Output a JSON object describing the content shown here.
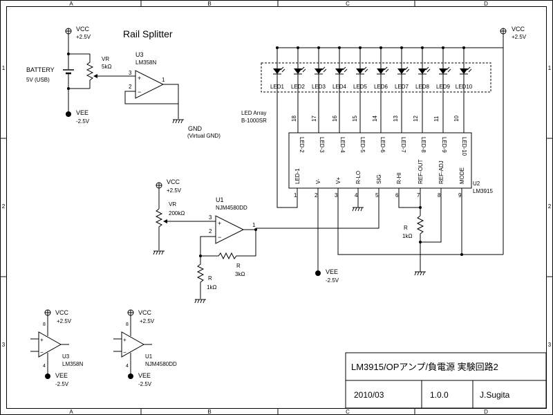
{
  "frame": {
    "cols": [
      "A",
      "B",
      "C",
      "D"
    ],
    "rows": [
      "1",
      "2",
      "3"
    ]
  },
  "title": "Rail Splitter",
  "rail": {
    "vcc": "VCC",
    "vcc_value": "+2.5V",
    "vee": "VEE",
    "vee_value": "-2.5V",
    "gnd": "GND",
    "gnd_note": "(Virtual GND)"
  },
  "battery": {
    "name": "BATTERY",
    "value": "5V (USB)"
  },
  "u3_splitter": {
    "ref": "U3",
    "part": "LM358N",
    "pin_in": "3",
    "pin_fb": "2",
    "pin_out": "1",
    "vr_name": "VR",
    "vr_value": "5kΩ"
  },
  "led_array": {
    "name": "LED Array",
    "part": "B-1000SR",
    "leds": [
      "LED1",
      "LED2",
      "LED3",
      "LED4",
      "LED5",
      "LED6",
      "LED7",
      "LED8",
      "LED9",
      "LED10"
    ]
  },
  "lm3915": {
    "ref": "U2",
    "part": "LM3915",
    "top_labels": [
      "LED-2",
      "LED-3",
      "LED-4",
      "LED-5",
      "LED-6",
      "LED-7",
      "LED-8",
      "LED-9",
      "LED-10"
    ],
    "top_pins": [
      "18",
      "17",
      "16",
      "15",
      "14",
      "13",
      "12",
      "11",
      "10"
    ],
    "bottom_labels": [
      "LED-1",
      "V-",
      "V+",
      "R-LO",
      "SIG",
      "R-HI",
      "REF-OUT",
      "REF-ADJ",
      "MODE"
    ],
    "bottom_pins": [
      "1",
      "2",
      "3",
      "4",
      "5",
      "6",
      "7",
      "8",
      "9"
    ],
    "r_name": "R",
    "r_value": "1kΩ"
  },
  "u1_amp": {
    "ref": "U1",
    "part": "NJM4580DD",
    "pin_in": "3",
    "pin_fb": "2",
    "pin_out": "1",
    "vr_name": "VR",
    "vr_value": "200kΩ",
    "rf_name": "R",
    "rf_value": "3kΩ",
    "rg_name": "R",
    "rg_value": "1kΩ"
  },
  "power_u3": {
    "ref": "U3",
    "part": "LM358N",
    "pin_top": "8",
    "pin_bot": "4"
  },
  "power_u1": {
    "ref": "U1",
    "part": "NJM4580DD",
    "pin_top": "8",
    "pin_bot": "4"
  },
  "title_block": {
    "title": "LM3915/OPアンプ/負電源 実験回路2",
    "date": "2010/03",
    "version": "1.0.0",
    "author": "J.Sugita"
  }
}
